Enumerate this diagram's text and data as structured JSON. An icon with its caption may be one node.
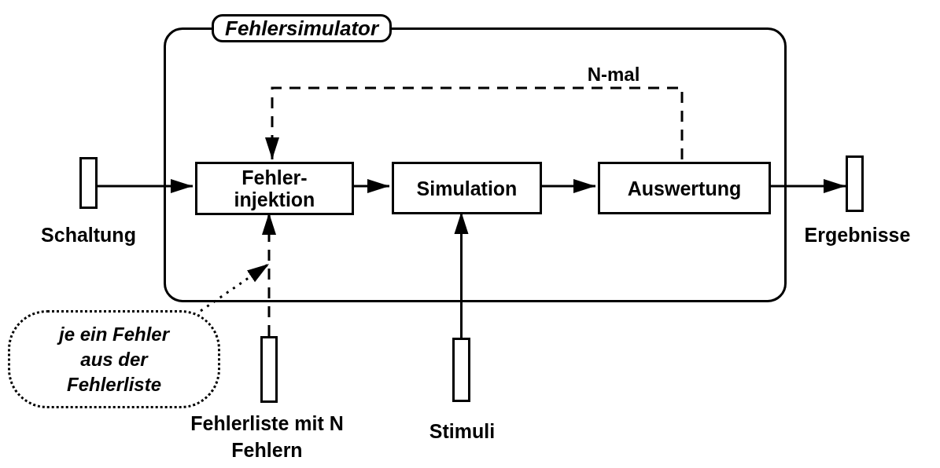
{
  "diagram": {
    "nodes": [
      {
        "text": [
          "Fehlersimulator"
        ]
      },
      {
        "text": [
          "Fehler-injektion"
        ],
        "in": 0
      },
      {
        "text": [
          "Simulation"
        ],
        "in": 0
      },
      {
        "text": [
          "Auswertung"
        ],
        "in": 0
      },
      {
        "text": [],
        "shape": "bar",
        "beside": [
          "Schaltung"
        ]
      },
      {
        "text": [],
        "shape": "bar",
        "beside": [
          "Ergebnisse"
        ]
      },
      {
        "text": [],
        "shape": "bar",
        "beside": [
          "Fehlerliste mit N Fehlern"
        ]
      },
      {
        "text": [],
        "shape": "bar",
        "beside": [
          "Stimuli"
        ]
      },
      {
        "text": [
          "je ein Fehler aus der Fehlerliste"
        ]
      }
    ],
    "edges": [
      {
        "from": 4,
        "to": 1,
        "arrow": "to"
      },
      {
        "from": 1,
        "to": 2,
        "arrow": "to"
      },
      {
        "from": 2,
        "to": 3,
        "arrow": "to"
      },
      {
        "from": 3,
        "to": 5,
        "arrow": "to"
      },
      {
        "from": 3,
        "to": 1,
        "arrow": "to",
        "style": "dashed",
        "label": "N-mal"
      },
      {
        "from": 6,
        "to": 1,
        "arrow": "to",
        "style": "dashed"
      },
      {
        "from": 7,
        "to": 2,
        "arrow": "to"
      },
      {
        "from": 8,
        "to": null,
        "arrow": "to",
        "style": "dashed"
      }
    ]
  }
}
